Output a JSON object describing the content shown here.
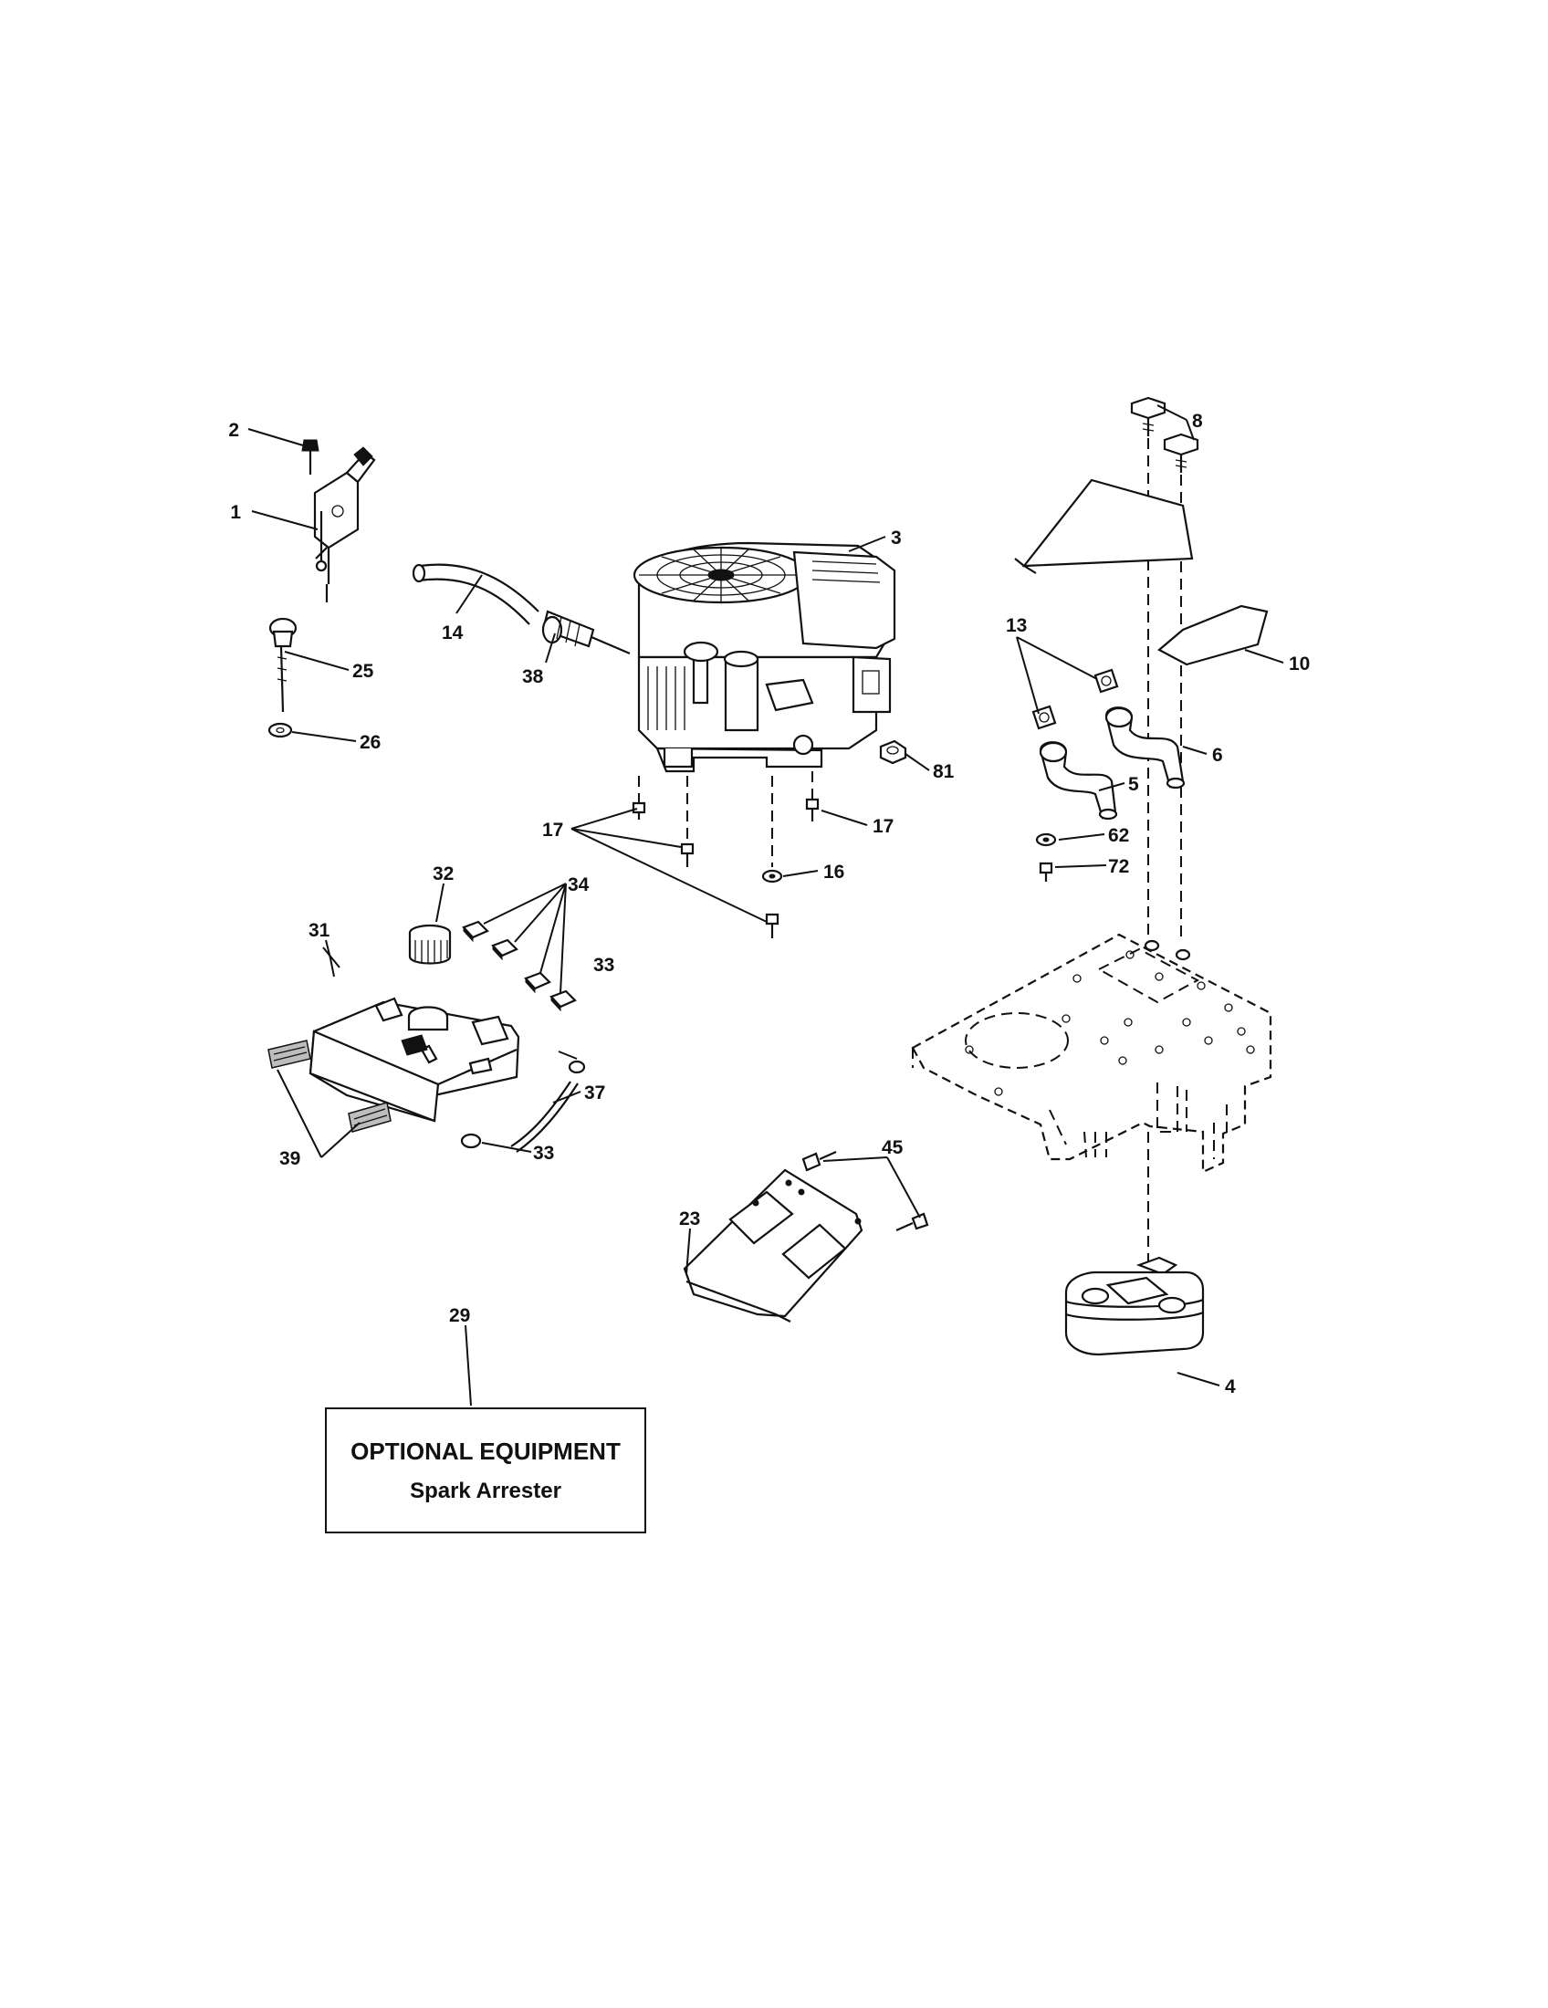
{
  "part_labels": {
    "p1": "1",
    "p2": "2",
    "p3": "3",
    "p4": "4",
    "p5": "5",
    "p6": "6",
    "p8": "8",
    "p10": "10",
    "p13": "13",
    "p14": "14",
    "p16": "16",
    "p17a": "17",
    "p17b": "17",
    "p23": "23",
    "p25": "25",
    "p26": "26",
    "p29": "29",
    "p31": "31",
    "p32": "32",
    "p33a": "33",
    "p33b": "33",
    "p34": "34",
    "p37": "37",
    "p38": "38",
    "p39": "39",
    "p45": "45",
    "p62": "62",
    "p72": "72",
    "p81": "81"
  },
  "note": {
    "title": "OPTIONAL EQUIPMENT",
    "subtitle": "Spark Arrester"
  }
}
